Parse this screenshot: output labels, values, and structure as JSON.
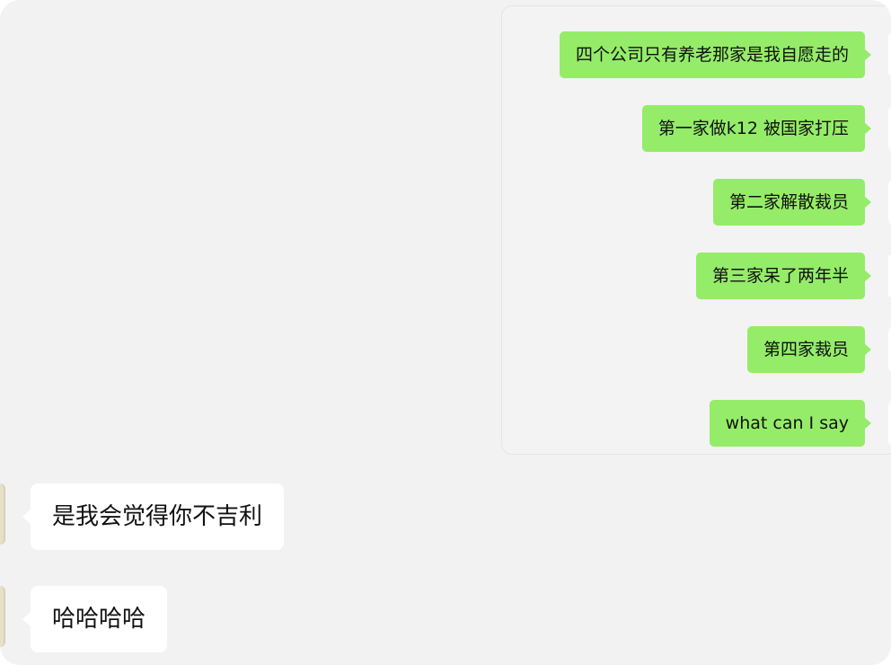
{
  "embedded_chat": {
    "messages": [
      {
        "text": "四个公司只有养老那家是我自愿走的"
      },
      {
        "text": "第一家做k12 被国家打压"
      },
      {
        "text": "第二家解散裁员"
      },
      {
        "text": "第三家呆了两年半"
      },
      {
        "text": "第四家裁员"
      },
      {
        "text": "what can I  say"
      }
    ]
  },
  "chat": {
    "messages": [
      {
        "text": "是我会觉得你不吉利"
      },
      {
        "text": "哈哈哈哈"
      }
    ]
  },
  "colors": {
    "sent_bubble": "#95ec69",
    "received_bubble": "#ffffff",
    "background": "#f2f2f2"
  }
}
